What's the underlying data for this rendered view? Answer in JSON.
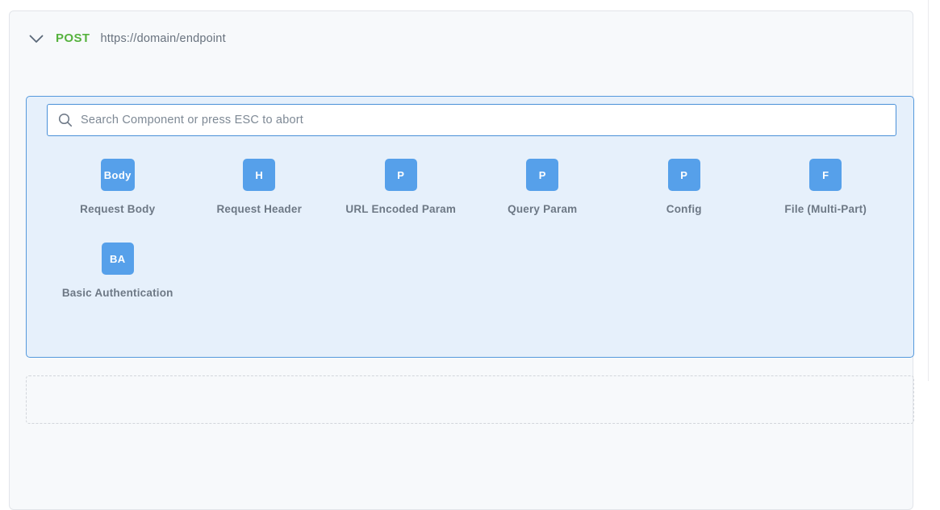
{
  "header": {
    "method": "POST",
    "url": "https://domain/endpoint"
  },
  "search": {
    "placeholder": "Search Component or press ESC to abort",
    "value": ""
  },
  "components": [
    {
      "badge": "Body",
      "label": "Request Body"
    },
    {
      "badge": "H",
      "label": "Request Header"
    },
    {
      "badge": "P",
      "label": "URL Encoded Param"
    },
    {
      "badge": "P",
      "label": "Query Param"
    },
    {
      "badge": "P",
      "label": "Config"
    },
    {
      "badge": "F",
      "label": "File (Multi-Part)"
    },
    {
      "badge": "BA",
      "label": "Basic Authentication"
    }
  ],
  "icons": {
    "collapse": "chevron-down-icon",
    "search": "search-icon"
  },
  "colors": {
    "method_green": "#56b23e",
    "badge_blue": "#56a0ea",
    "panel_bg": "#e6f0fb",
    "panel_border": "#5599dc",
    "input_border": "#4a90d8",
    "label_gray": "#6d7885",
    "card_bg": "#f7f9fb"
  }
}
